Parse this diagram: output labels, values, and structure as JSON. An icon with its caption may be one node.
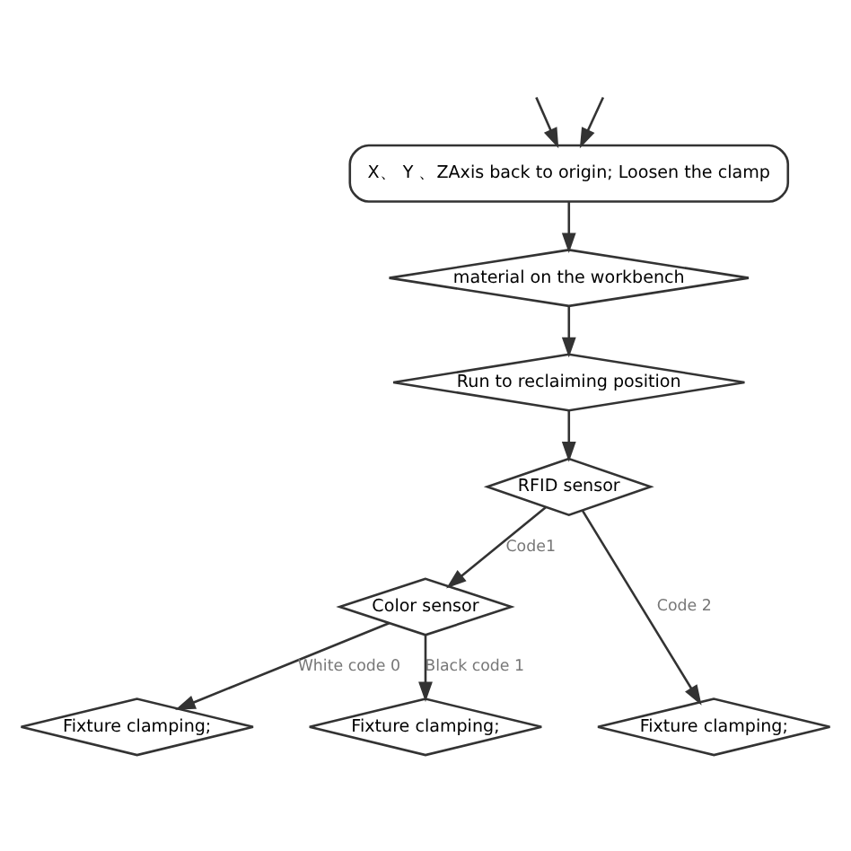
{
  "diagram": {
    "nodes": [
      {
        "text": [
          "X、 Y 、ZAxis back to origin; Loosen the clamp"
        ]
      },
      {
        "text": [
          "material on the workbench"
        ]
      },
      {
        "text": [
          "Run to reclaiming position"
        ]
      },
      {
        "text": [
          "RFID sensor"
        ]
      },
      {
        "text": [
          "Color sensor"
        ]
      },
      {
        "text": [
          "Fixture clamping;"
        ]
      },
      {
        "text": [
          "Fixture clamping;"
        ]
      },
      {
        "text": [
          "Fixture clamping;"
        ]
      }
    ],
    "edges": [
      {
        "from": null,
        "to": 0,
        "arrow": "to"
      },
      {
        "from": null,
        "to": 0,
        "arrow": "to"
      },
      {
        "from": 0,
        "to": 1,
        "arrow": "to"
      },
      {
        "from": 1,
        "to": 2,
        "arrow": "to"
      },
      {
        "from": 2,
        "to": 3,
        "arrow": "to"
      },
      {
        "from": 3,
        "to": 4,
        "arrow": "to",
        "label": "Code1"
      },
      {
        "from": 3,
        "to": 7,
        "arrow": "to",
        "label": "Code 2"
      },
      {
        "from": 4,
        "to": 5,
        "arrow": "to",
        "label": "White code 0"
      },
      {
        "from": 4,
        "to": 6,
        "arrow": "to",
        "label": "Black code 1"
      }
    ]
  }
}
